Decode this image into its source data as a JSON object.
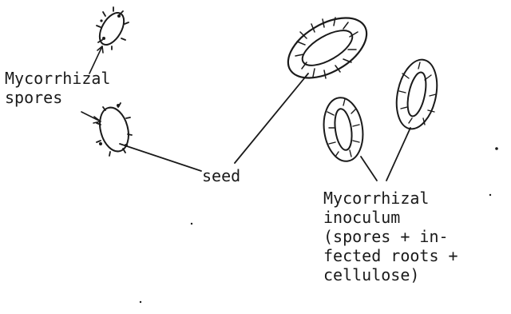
{
  "labels": {
    "spores": [
      "Mycorrhizal",
      "spores"
    ],
    "seed": "seed",
    "inoculum": [
      "Mycorrhizal",
      "inoculum",
      "(spores + in-",
      "fected roots +",
      "cellulose)"
    ]
  }
}
